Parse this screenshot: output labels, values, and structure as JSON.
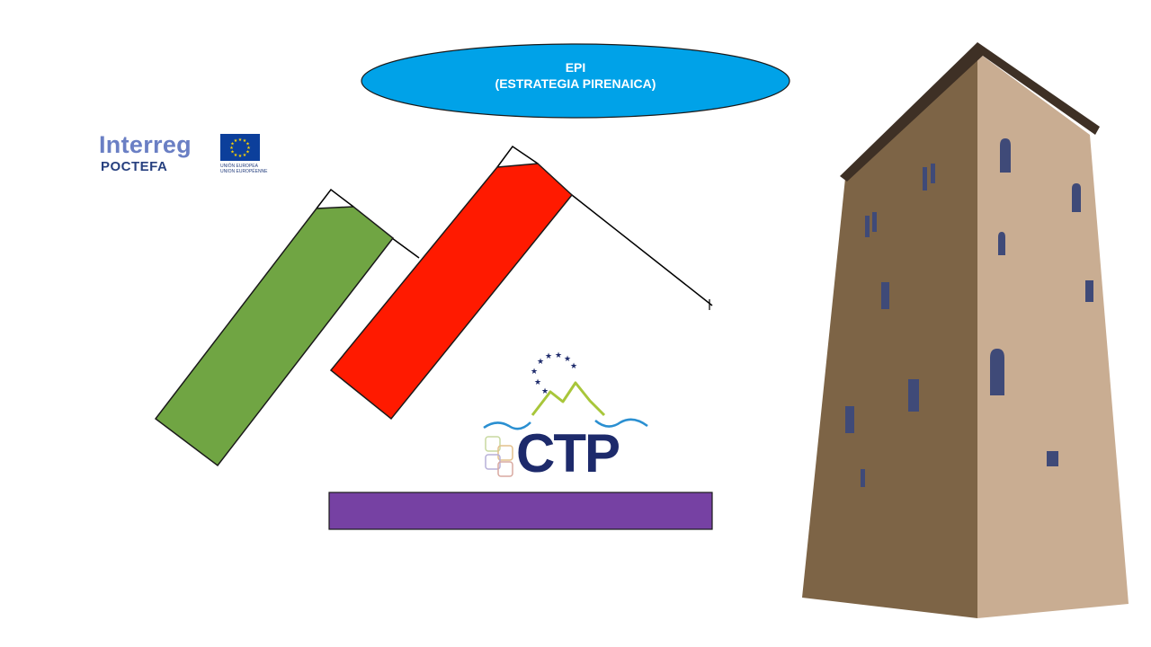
{
  "epi": {
    "line1": "EPI",
    "line2": "(ESTRATEGIA PIRENAICA)"
  },
  "logo_interreg": {
    "brand": "Interreg",
    "program": "POCTEFA",
    "eu_line1": "UNIÓN EUROPEA",
    "eu_line2": "UNION EUROPÉENNE"
  },
  "logo_ctp": {
    "text": "CTP"
  },
  "colors": {
    "ellipse": "#00a2e8",
    "green_bar": "#70a543",
    "red_bar": "#ff1a00",
    "purple_bar": "#7641a3",
    "tower_left": "#7d6446",
    "tower_right": "#c9ad92",
    "tower_roof": "#3e3025",
    "window": "#3f4a78"
  }
}
